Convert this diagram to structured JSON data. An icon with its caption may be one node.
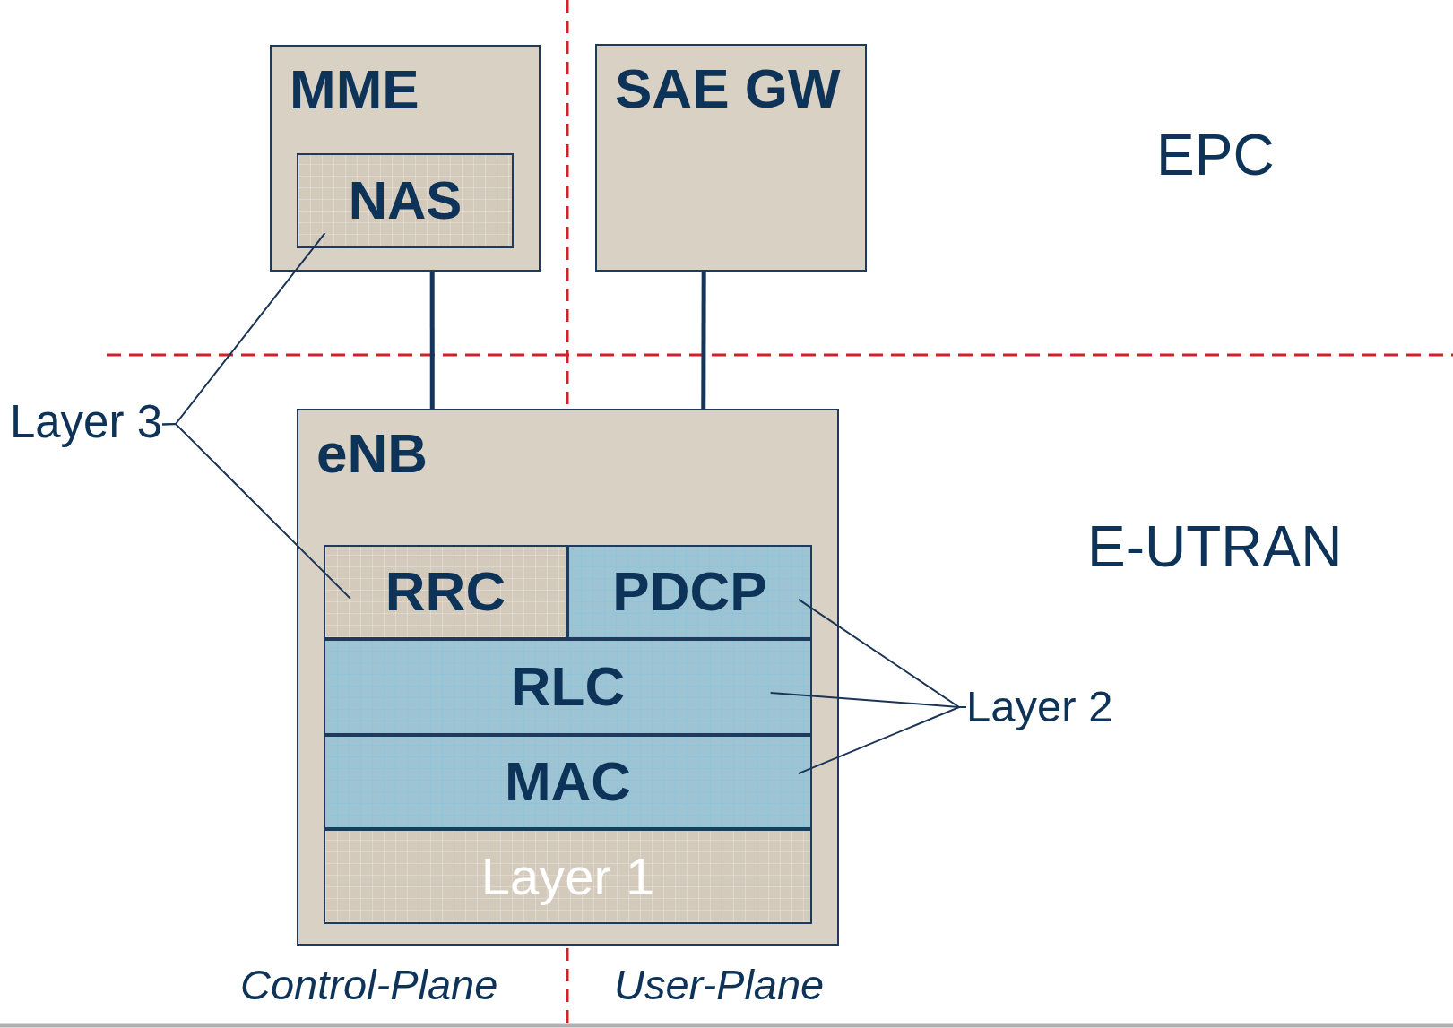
{
  "diagram": {
    "nodes": [
      {
        "text": [
          "MME"
        ]
      },
      {
        "text": [
          "NAS"
        ],
        "in": 0
      },
      {
        "text": [
          "SAE GW"
        ]
      },
      {
        "text": [
          "eNB"
        ]
      },
      {
        "text": [
          "RRC"
        ],
        "in": 3
      },
      {
        "text": [
          "PDCP"
        ],
        "in": 3
      },
      {
        "text": [
          "RLC"
        ],
        "in": 3
      },
      {
        "text": [
          "MAC"
        ],
        "in": 3
      },
      {
        "text": [
          "Layer 1"
        ],
        "in": 3
      },
      {
        "text": [
          "Layer 3"
        ]
      },
      {
        "text": [
          "Layer 2"
        ]
      }
    ],
    "edges": [
      {
        "from": 0,
        "to": 3,
        "arrow": "none",
        "style": "thick"
      },
      {
        "from": 2,
        "to": 3,
        "arrow": "none",
        "style": "thick"
      },
      {
        "from": 9,
        "to": 1,
        "arrow": "none"
      },
      {
        "from": 9,
        "to": 4,
        "arrow": "none"
      },
      {
        "from": 10,
        "to": 5,
        "arrow": "none"
      },
      {
        "from": 10,
        "to": 6,
        "arrow": "none"
      },
      {
        "from": 10,
        "to": 7,
        "arrow": "none"
      }
    ],
    "labels": [
      "EPC",
      "E-UTRAN",
      "Control-Plane",
      "User-Plane"
    ]
  }
}
